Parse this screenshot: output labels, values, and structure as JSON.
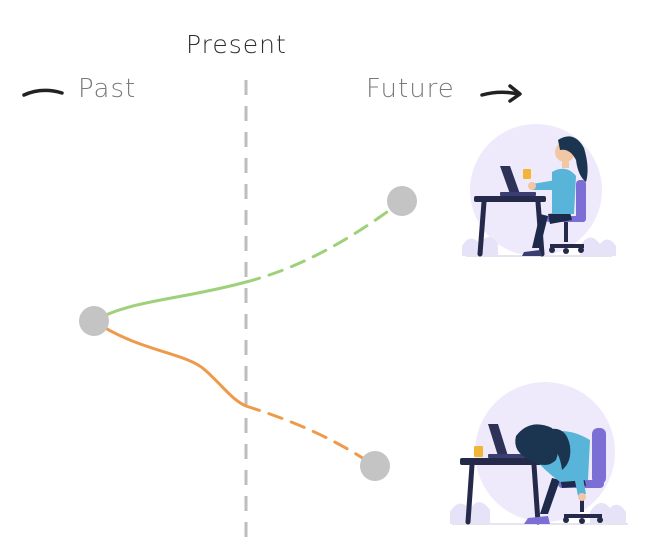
{
  "labels": {
    "present": "Present",
    "past": "Past",
    "future": "Future"
  },
  "colors": {
    "divider": "#bdbdbd",
    "node": "#c4c4c4",
    "good_path": "#9fd07a",
    "bad_path": "#ef9a4a",
    "arrow": "#222222",
    "ink": "#262a4a",
    "shirt": "#58b4d9",
    "hair": "#1b3550",
    "chair": "#7b6fd6",
    "halo": "#eeeafc"
  },
  "illustrations": {
    "top": "woman-working-happily-at-laptop-illustration",
    "bottom": "woman-exhausted-slumped-on-desk-illustration"
  }
}
